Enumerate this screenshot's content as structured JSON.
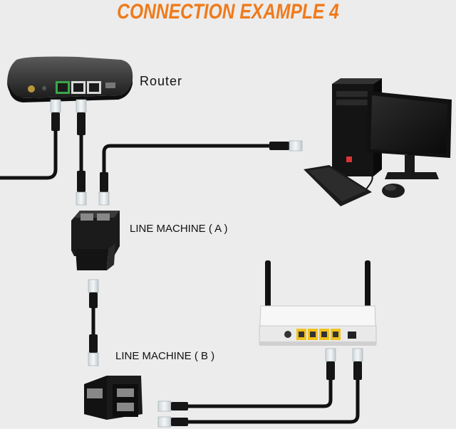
{
  "title": "CONNECTION EXAMPLE 4",
  "labels": {
    "router": "Router",
    "line_machine_a": "LINE MACHINE ( A )",
    "line_machine_b": "LINE MACHINE ( B )"
  },
  "colors": {
    "title": "#f07a1a",
    "background": "#ececec",
    "cable": "#111111",
    "router_port_green": "#3aa64a",
    "wifi_port_yellow": "#f2c21b"
  },
  "icons": [
    "router-device",
    "desktop-pc",
    "ethernet-splitter-a",
    "ethernet-splitter-b",
    "wifi-router",
    "rj45-plug"
  ]
}
